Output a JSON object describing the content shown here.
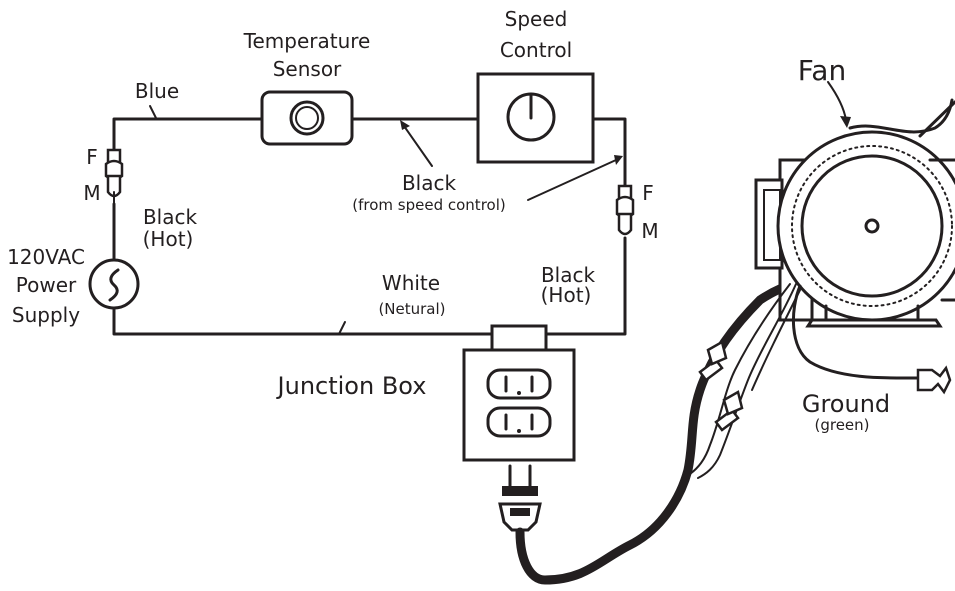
{
  "labels": {
    "temp_sensor_line1": "Temperature",
    "temp_sensor_line2": "Sensor",
    "speed_control_line1": "Speed",
    "speed_control_line2": "Control",
    "fan": "Fan",
    "blue": "Blue",
    "f_left": "F",
    "m_left": "M",
    "black_hot_left_1": "Black",
    "black_hot_left_2": "(Hot)",
    "power_line1": "120VAC",
    "power_line2": "Power",
    "power_line3": "Supply",
    "black_mid": "Black",
    "black_mid_sub": "(from speed control)",
    "f_right": "F",
    "m_right": "M",
    "white": "White",
    "white_sub": "(Netural)",
    "black_hot_right_1": "Black",
    "black_hot_right_2": "(Hot)",
    "junction_box": "Junction Box",
    "ground": "Ground",
    "ground_sub": "(green)"
  },
  "colors": {
    "line": "#231f20",
    "background": "#ffffff"
  }
}
